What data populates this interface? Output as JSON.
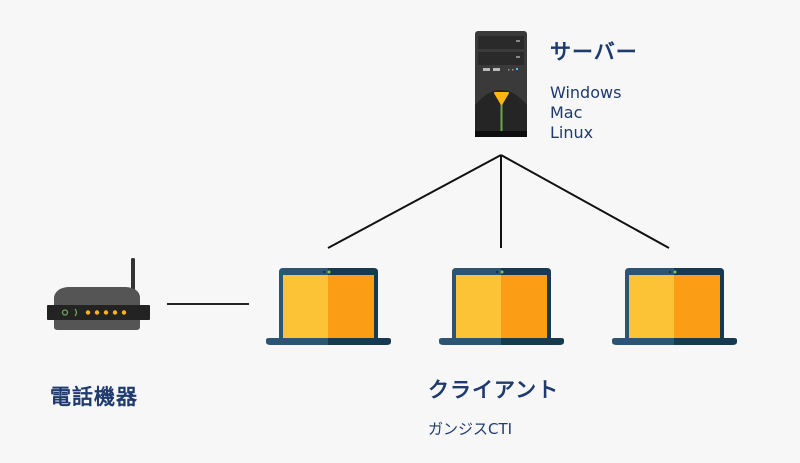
{
  "server": {
    "title": "サーバー",
    "os": [
      "Windows",
      "Mac",
      "Linux"
    ]
  },
  "phone": {
    "title": "電話機器"
  },
  "client": {
    "title": "クライアント",
    "subtitle": "ガンジスCTI"
  },
  "colors": {
    "text": "#1f3a6e",
    "screen_left": "#fdc336",
    "screen_right": "#fc9e15",
    "laptop_frame": "#2c5575",
    "laptop_frame_dark": "#173a53",
    "device_dark": "#3a3a3a"
  }
}
